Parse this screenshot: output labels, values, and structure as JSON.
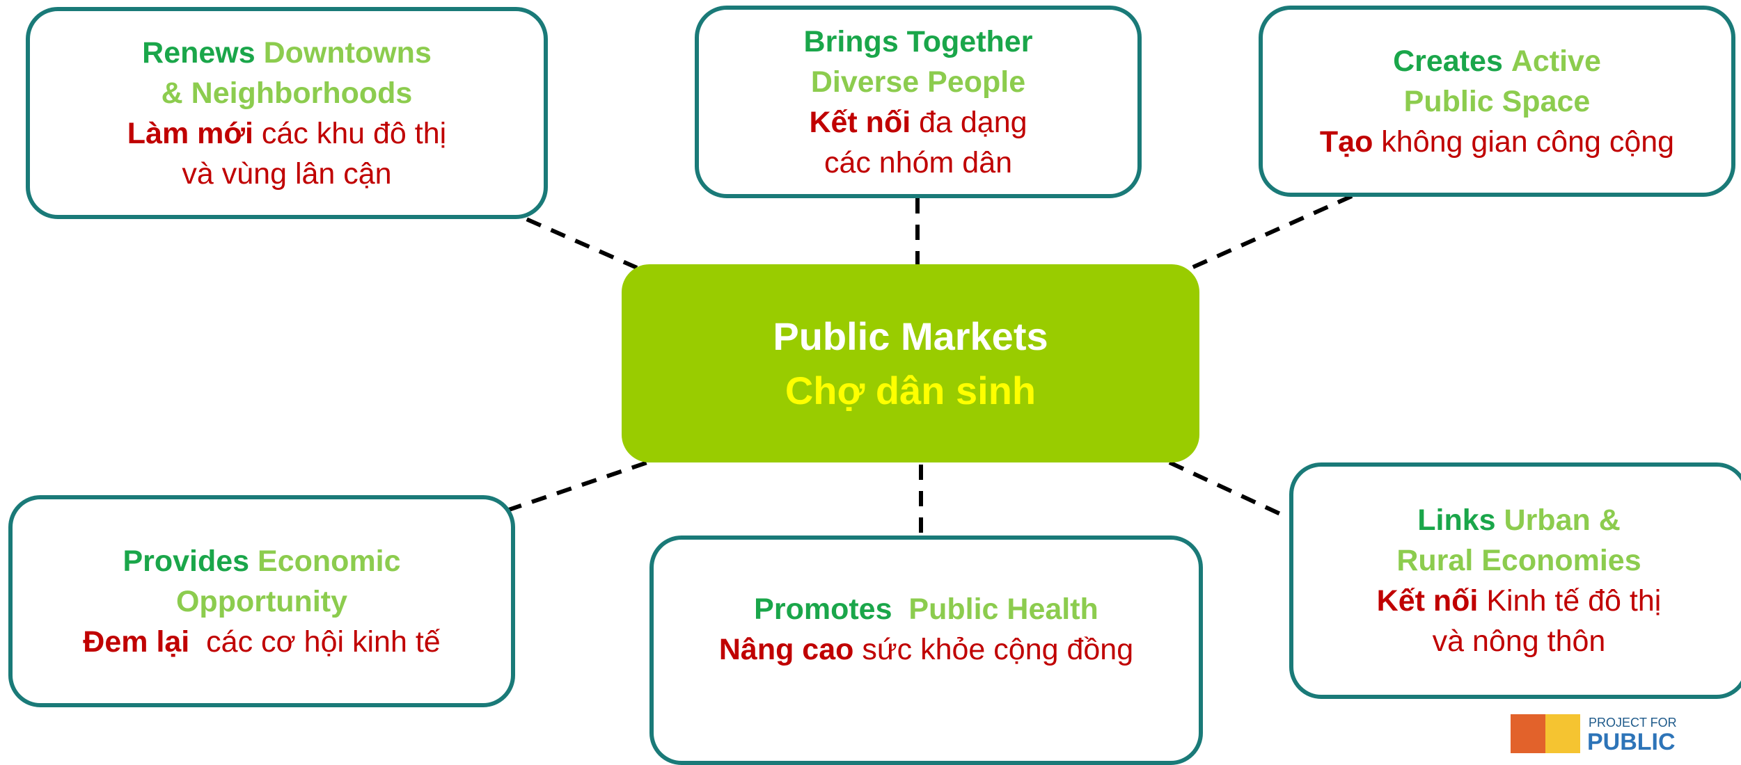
{
  "center": {
    "title": "Public Markets",
    "subtitle": "Chợ dân sinh"
  },
  "nodes": {
    "renews": {
      "l1a": "Renews",
      "l1b": "Downtowns",
      "l2": "& Neighborhoods",
      "l3a": "Làm mới",
      "l3b": " các khu đô thị",
      "l4": "và vùng lân cận"
    },
    "brings": {
      "l1": "Brings Together",
      "l2": "Diverse People",
      "l3a": "Kết nối",
      "l3b": " đa dạng",
      "l4": "các nhóm dân"
    },
    "creates": {
      "l1a": "Creates",
      "l1b": "Active",
      "l2": "Public Space",
      "l3a": "Tạo",
      "l3b": " không gian công cộng"
    },
    "provides": {
      "l1a": "Provides",
      "l1b": "Economic",
      "l2": "Opportunity",
      "l3a": "Đem lại",
      "l3b": "  các cơ hội kinh tế"
    },
    "promotes": {
      "l1a": "Promotes",
      "l1b": "Public Health",
      "l2a": "Nâng cao",
      "l2b": " sức khỏe cộng đồng"
    },
    "links": {
      "l1a": "Links",
      "l1b": "Urban &",
      "l2": "Rural Economies",
      "l3a": "Kết nối",
      "l3b": " Kinh tế đô thị",
      "l4": "và nông thôn"
    }
  },
  "logo": {
    "line1": "PROJECT FOR",
    "line2": "PUBLIC"
  },
  "colors": {
    "center_fill": "#99cc00",
    "node_border": "#1a7a78",
    "english_primary": "#1aa64a",
    "english_secondary": "#8ccc4e",
    "vietnamese": "#c00000",
    "center_subtitle": "#ffff00"
  }
}
